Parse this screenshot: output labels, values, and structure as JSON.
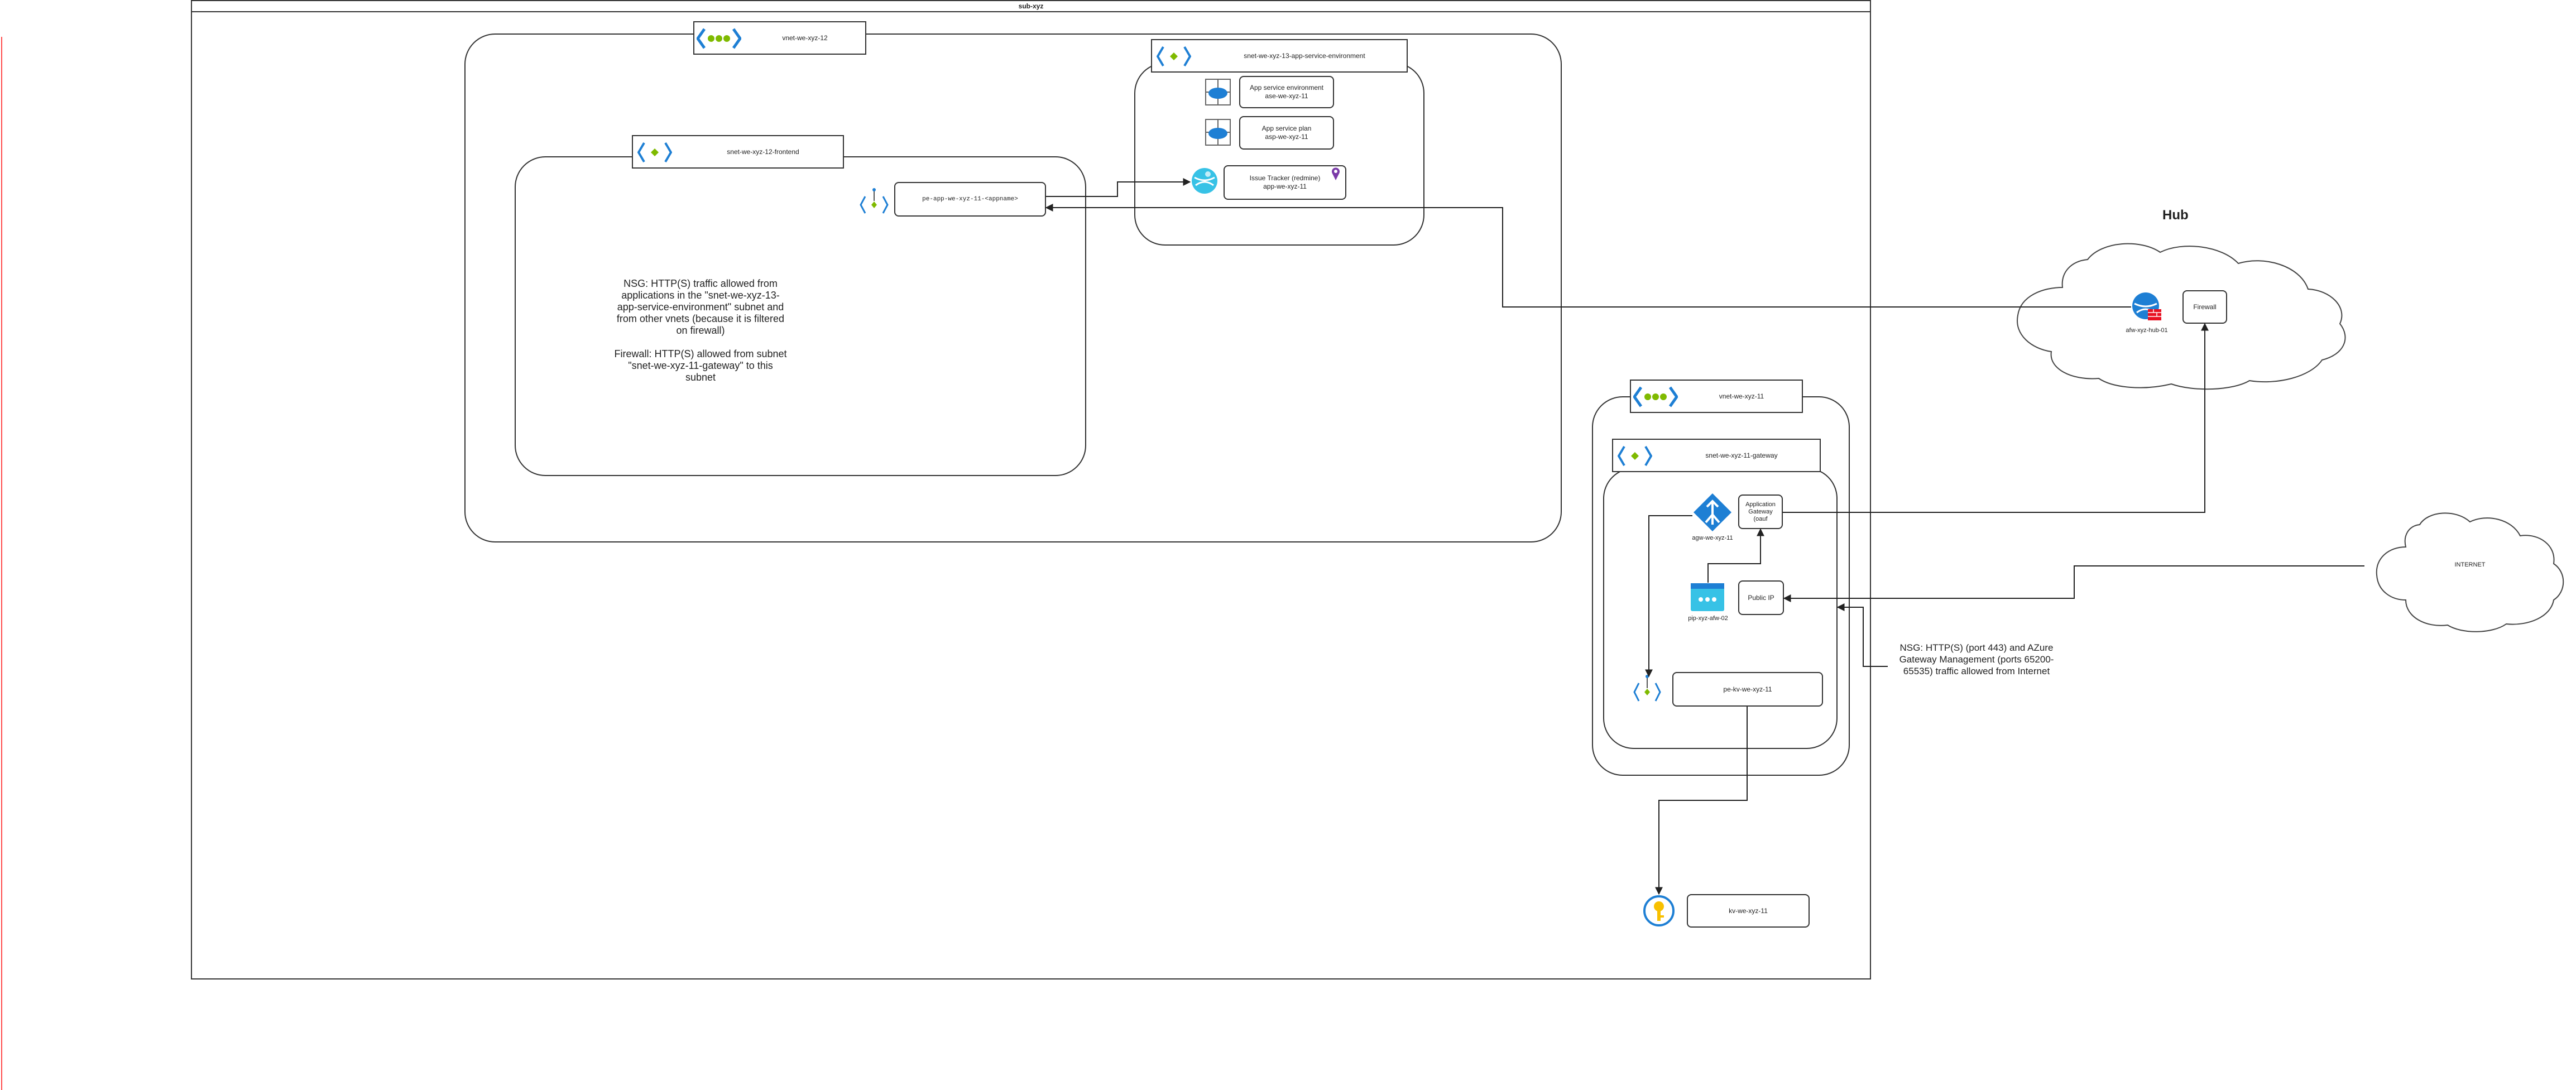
{
  "subscription": {
    "title": "sub-xyz"
  },
  "vnets": {
    "xyz12": {
      "name": "vnet-we-xyz-12",
      "subnet_frontend": {
        "name": "snet-we-xyz-12-frontend"
      },
      "subnet_ase": {
        "name": "snet-we-xyz-13-app-service-environment"
      }
    },
    "xyz11": {
      "name": "vnet-we-xyz-11",
      "subnet_gateway": {
        "name": "snet-we-xyz-11-gateway"
      }
    }
  },
  "resources": {
    "private_endpoint_app": "pe-app-we-xyz-11-<appname>",
    "ase": {
      "line1": "App service environment",
      "line2": "ase-we-xyz-11"
    },
    "asp": {
      "line1": "App service plan",
      "line2": "asp-we-xyz-11"
    },
    "issue_tracker": {
      "line1": "Issue Tracker (redmine)",
      "line2": "app-we-xyz-11"
    },
    "appgw": {
      "label_line1": "Application",
      "label_line2": "Gateway",
      "label_line3": "(oauf",
      "caption": "agw-we-xyz-11"
    },
    "public_ip": {
      "label": "Public IP",
      "caption": "pip-xyz-afw-02"
    },
    "private_endpoint_kv": "pe-kv-we-xyz-11",
    "key_vault": "kv-we-xyz-11"
  },
  "notes": {
    "frontend_nsg": {
      "line1": "NSG: HTTP(S) traffic allowed from",
      "line2": "applications in the \"snet-we-xyz-13-",
      "line3": "app-service-environment\" subnet and",
      "line4": "from other vnets (because it is filtered",
      "line5": "on firewall)",
      "line6": "Firewall: HTTP(S) allowed from subnet",
      "line7": "\"snet-we-xyz-11-gateway\" to this",
      "line8": "subnet"
    },
    "gateway_nsg": {
      "line1": "NSG: HTTP(S) (port 443) and AZure",
      "line2": "Gateway Management (ports 65200-",
      "line3": "65535) traffic allowed from Internet"
    }
  },
  "hub": {
    "title": "Hub",
    "firewall_label": "Firewall",
    "firewall_caption": "afw-xyz-hub-01"
  },
  "internet": {
    "label": "INTERNET"
  },
  "colors": {
    "vnet_green": "#7fba00",
    "azure_blue": "#1e7fd4",
    "azure_cyan": "#37c2e6",
    "firewall_red": "#e81123",
    "keyvault_gold": "#f8c000",
    "marker_purple": "#7a3aa8",
    "red_guide": "#ff4d4d"
  },
  "icons": [
    "vnet-icon",
    "subnet-icon",
    "private-endpoint-icon",
    "app-service-icon",
    "app-service-plan-icon",
    "web-app-icon",
    "location-pin-icon",
    "application-gateway-icon",
    "public-ip-icon",
    "key-vault-icon",
    "firewall-icon",
    "cloud-shape"
  ]
}
